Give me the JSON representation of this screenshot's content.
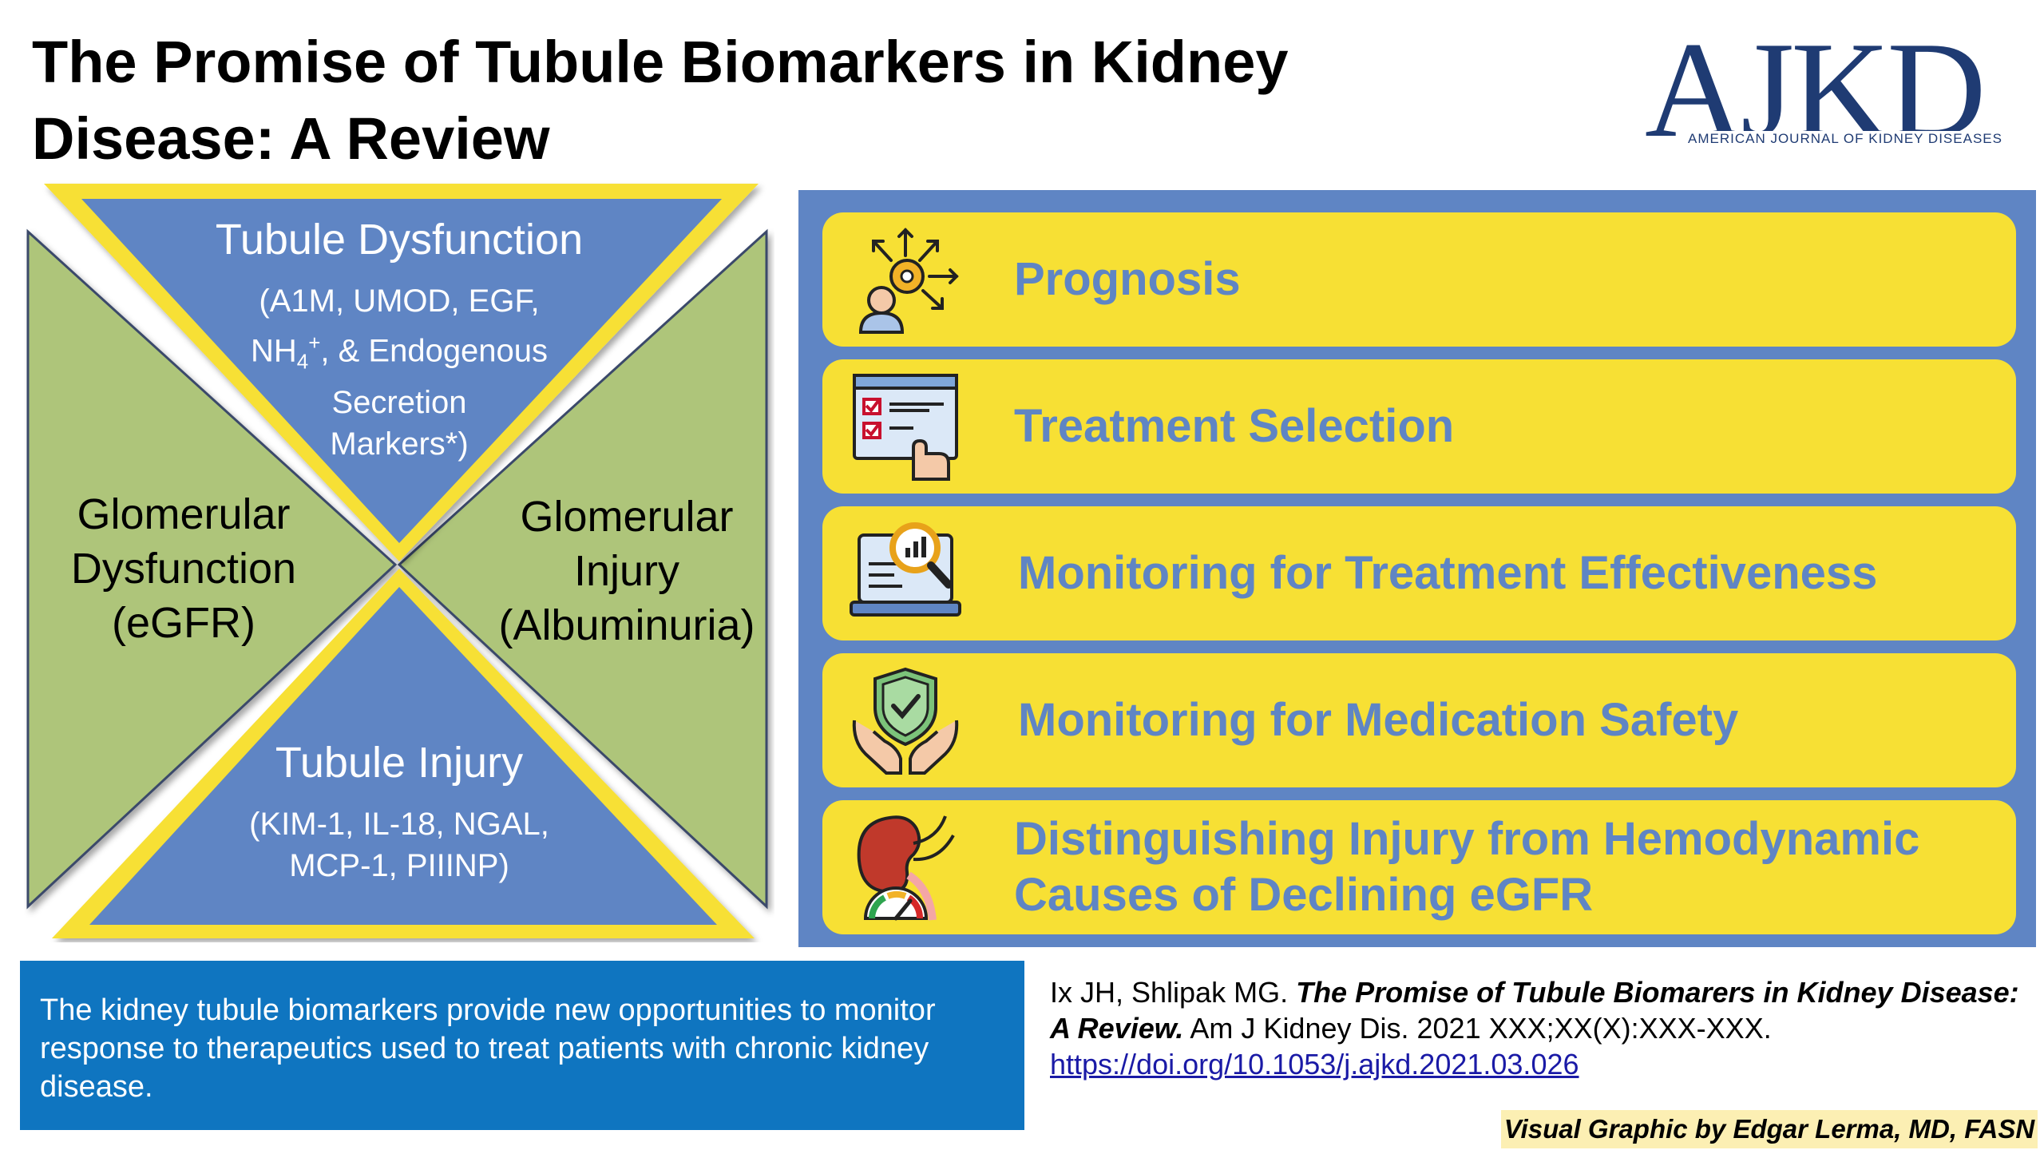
{
  "title": "The Promise of Tubule Biomarkers in Kidney Disease: A Review",
  "logo": {
    "name": "AJKD",
    "subtitle": "AMERICAN JOURNAL OF KIDNEY DISEASES"
  },
  "diagram": {
    "top": {
      "heading": "Tubule Dysfunction",
      "line1": "(A1M, UMOD, EGF,",
      "line2_a": "NH",
      "line2_sub": "4",
      "line2_sup": "+",
      "line2_b": ", & Endogenous",
      "line3": "Secretion",
      "line4": "Markers*)"
    },
    "bottom": {
      "heading": "Tubule Injury",
      "line1": "(KIM-1, IL-18, NGAL,",
      "line2": "MCP-1, PIIINP)"
    },
    "left": {
      "line1": "Glomerular",
      "line2": "Dysfunction",
      "line3": "(eGFR)"
    },
    "right": {
      "line1": "Glomerular",
      "line2": "Injury",
      "line3": "(Albuminuria)"
    }
  },
  "uses": [
    {
      "label": "Prognosis",
      "icon": "prognosis-gear-icon"
    },
    {
      "label": "Treatment Selection",
      "icon": "checklist-screen-icon"
    },
    {
      "label": "Monitoring for Treatment Effectiveness",
      "icon": "laptop-magnifier-chart-icon"
    },
    {
      "label": "Monitoring for Medication Safety",
      "icon": "shield-hands-icon"
    },
    {
      "label_line1": "Distinguishing Injury from Hemodynamic",
      "label_line2": "Causes of Declining eGFR",
      "icon": "kidney-gauge-icon"
    }
  ],
  "summary": "The kidney tubule biomarkers provide new opportunities to monitor response to therapeutics used to treat patients with chronic kidney disease.",
  "citation": {
    "authors": "Ix JH, Shlipak MG. ",
    "title": "The Promise of Tubule Biomarers in Kidney Disease: A Review.",
    "journal": " Am J Kidney Dis. 2021 XXX;XX(X):XXX-XXX.",
    "doi": "https://doi.org/10.1053/j.ajkd.2021.03.026"
  },
  "credit": "Visual Graphic by Edgar Lerma, MD, FASN",
  "colors": {
    "blue": "#5f85c4",
    "yellow": "#f7e034",
    "green": "#aec57a",
    "summary_bg": "#0f75c0",
    "logo": "#1f3b73"
  }
}
